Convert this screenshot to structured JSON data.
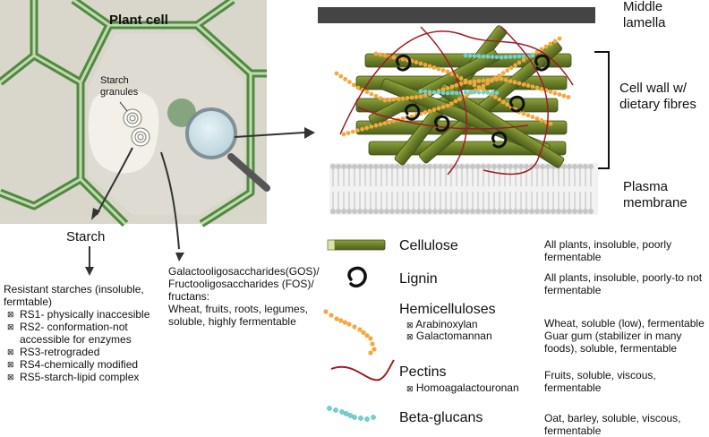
{
  "cell": {
    "title": "Plant cell",
    "starch_granules": "Starch granules"
  },
  "wall_labels": {
    "middle_lamella": "Middle lamella",
    "cell_wall": "Cell wall w/ dietary fibres",
    "plasma_membrane": "Plasma membrane"
  },
  "starch": {
    "heading": "Starch",
    "intro": "Resistant starches (insoluble, fermtable)",
    "items": [
      "RS1- physically inaccesible",
      "RS2- conformation-not accessible for enzymes",
      "RS3-retrograded",
      "RS4-chemically modified",
      "RS5-starch-lipid complex"
    ],
    "bullet": "⊠"
  },
  "oligos": {
    "text_lines": [
      "Galactooligosaccharides(GOS)/",
      "Fructooligosaccharides (FOS)/",
      "fructans:",
      "Wheat, fruits, roots, legumes,",
      "soluble, highly fermentable"
    ]
  },
  "legend": [
    {
      "name": "Cellulose",
      "desc": "All plants, insoluble, poorly fermentable",
      "subs": []
    },
    {
      "name": "Lignin",
      "desc": "All plants, insoluble, poorly-to not fermentable",
      "subs": []
    },
    {
      "name": "Hemicelluloses",
      "desc": "",
      "subs": [
        "Arabinoxylan",
        "Galactomannan"
      ],
      "sub_descs": [
        "Wheat, soluble (low), fermentable",
        "Guar gum (stabilizer in many foods), soluble, fermentable"
      ]
    },
    {
      "name": "Pectins",
      "desc": "Fruits, soluble, viscous, fermentable",
      "subs": [
        "Homoagalactouronan"
      ]
    },
    {
      "name": "Beta-glucans",
      "desc": "Oat, barley, soluble, viscous, fermentable",
      "subs": []
    }
  ],
  "colors": {
    "cellulose": "#6b7f2a",
    "cell_wall_green": "#5c9a4a",
    "hemicellulose": "#f2a93b",
    "pectin": "#a01c24",
    "beta_glucan": "#6fd3d0",
    "membrane": "#bdbdbd"
  }
}
